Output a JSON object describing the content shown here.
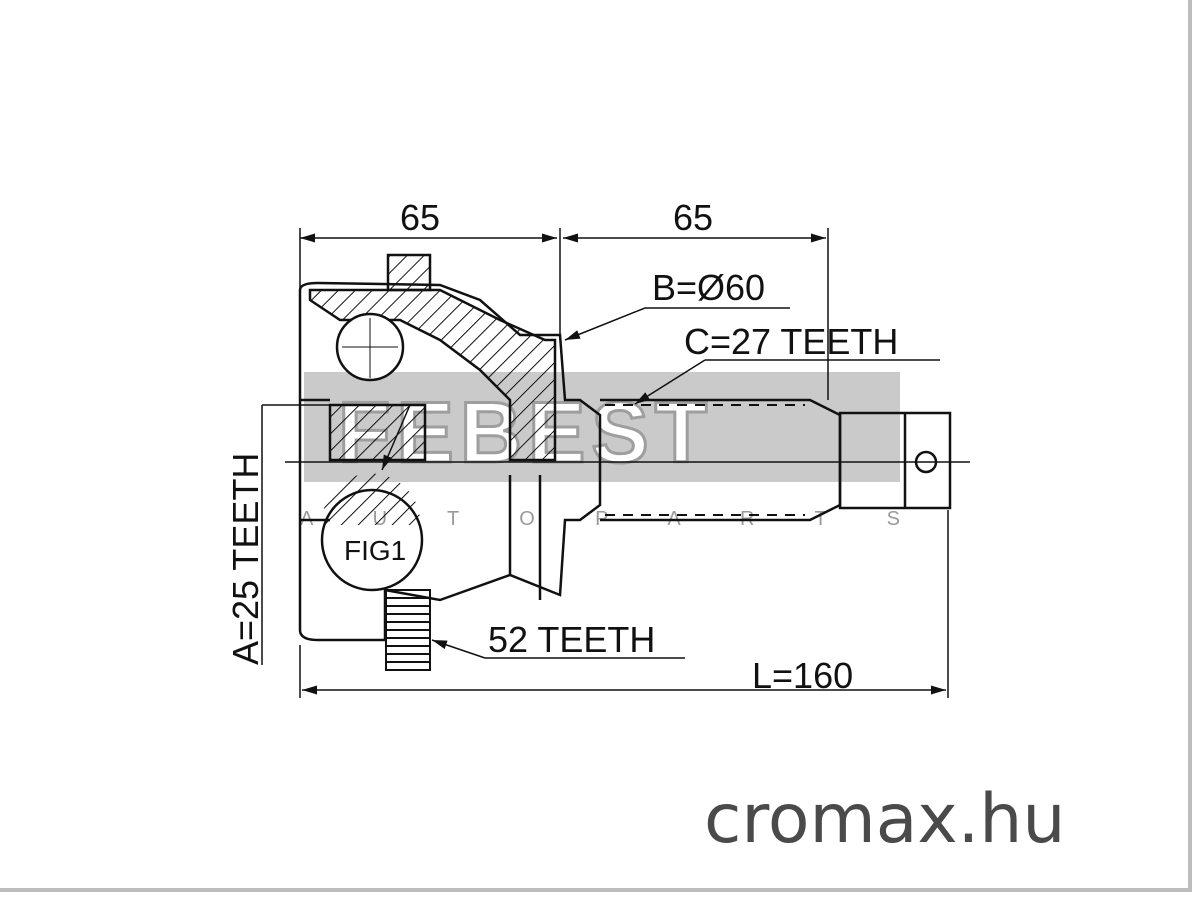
{
  "dimensions": {
    "top_left_width": "65",
    "top_right_width": "65",
    "outer_diameter": "B=Ø60",
    "shaft_teeth": "C=27 TEETH",
    "inner_teeth": "A=25 TEETH",
    "abs_ring_teeth": "52 TEETH",
    "total_length": "L=160",
    "figure_label": "FIG1"
  },
  "watermark": {
    "brand": "FEBEST",
    "sub": "A U T O   P A R T S"
  },
  "site": "cromax.hu",
  "colors": {
    "line": "#111111",
    "watermark_band": "#9e9e9e",
    "site_text": "#4a4a4a"
  }
}
